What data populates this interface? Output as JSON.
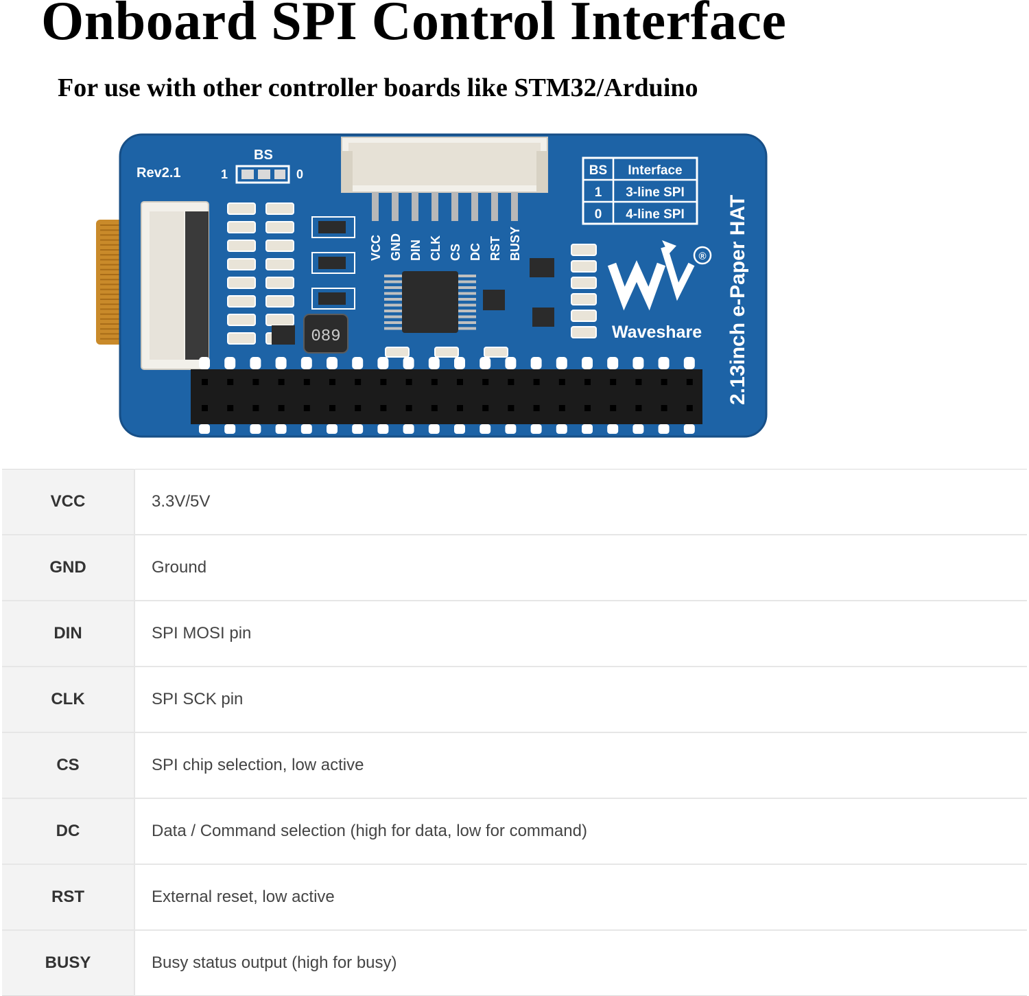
{
  "title": "Onboard SPI Control Interface",
  "subtitle": "For use with other controller boards like STM32/Arduino",
  "board": {
    "revision": "Rev2.1",
    "bs_label": "BS",
    "bs_one": "1",
    "bs_zero": "0",
    "interface_table": {
      "header": [
        "BS",
        "Interface"
      ],
      "rows": [
        [
          "1",
          "3-line SPI"
        ],
        [
          "0",
          "4-line SPI"
        ]
      ]
    },
    "header_pins": [
      "VCC",
      "GND",
      "DIN",
      "CLK",
      "CS",
      "DC",
      "RST",
      "BUSY"
    ],
    "brand": "Waveshare",
    "product_name": "2.13inch e-Paper HAT",
    "inductor_marking": "089",
    "colors": {
      "pcb": "#1d63a6",
      "pcb_edge": "#174f87",
      "connector": "#f2f0ea",
      "ribbon": "#c98a2a"
    }
  },
  "pin_table": [
    {
      "pin": "VCC",
      "description": "3.3V/5V"
    },
    {
      "pin": "GND",
      "description": "Ground"
    },
    {
      "pin": "DIN",
      "description": "SPI MOSI pin"
    },
    {
      "pin": "CLK",
      "description": "SPI SCK pin"
    },
    {
      "pin": "CS",
      "description": "SPI chip selection, low active"
    },
    {
      "pin": "DC",
      "description": "Data / Command selection (high for data, low for command)"
    },
    {
      "pin": "RST",
      "description": "External reset, low active"
    },
    {
      "pin": "BUSY",
      "description": "Busy status output (high for busy)"
    }
  ]
}
